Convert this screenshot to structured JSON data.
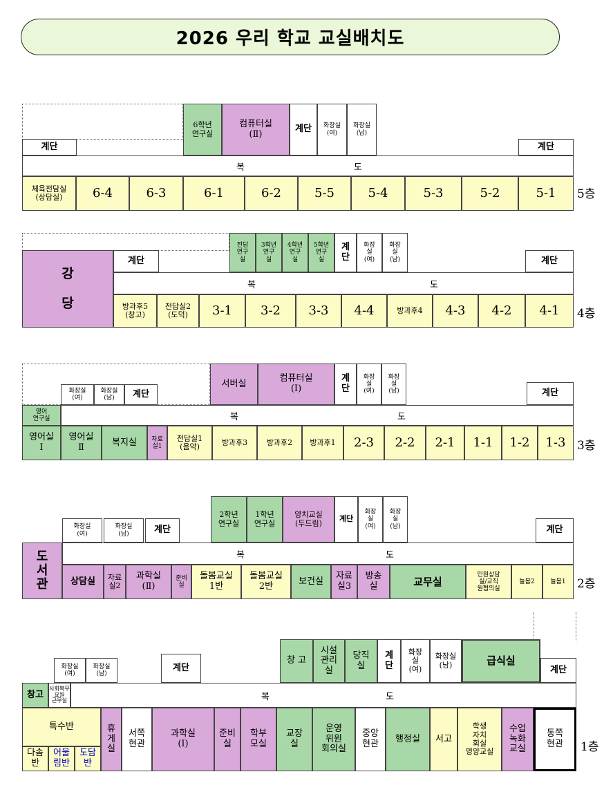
{
  "title": "2026 우리 학교 교실배치도",
  "corridor": {
    "left": "복",
    "right": "도"
  },
  "floors": {
    "f5": {
      "label": "5층",
      "stairs": [
        "계단",
        "계단",
        "계단"
      ],
      "rooms_top": [
        "6학년\n연구실",
        "컴퓨터실\n(Ⅱ)",
        "화장실\n(여)",
        "화장실\n(남)"
      ],
      "rooms": [
        "체육전담실\n(상담실)",
        "6-4",
        "6-3",
        "6-1",
        "6-2",
        "5-5",
        "5-4",
        "5-3",
        "5-2",
        "5-1"
      ]
    },
    "f4": {
      "label": "4층",
      "hall": "강\n\n당",
      "stairs": [
        "계단",
        "계\n단",
        "계단"
      ],
      "rooms_top": [
        "전담\n연구\n실",
        "3학년\n연구\n실",
        "4학년\n연구\n실",
        "5학년\n연구\n실",
        "화장\n실\n(여)",
        "화장\n실\n(남)"
      ],
      "rooms": [
        "방과후5\n(창고)",
        "전담실2\n(도덕)",
        "3-1",
        "3-2",
        "3-3",
        "4-4",
        "방과후4",
        "4-3",
        "4-2",
        "4-1"
      ]
    },
    "f3": {
      "label": "3층",
      "stairs": [
        "계단",
        "계\n단",
        "계단"
      ],
      "rooms_top": [
        "화장실\n(여)",
        "화장실\n(남)",
        "서버실",
        "컴퓨터실\n(Ⅰ)",
        "화장\n실\n(여)",
        "화장\n실\n(남)",
        "영어\n연구실"
      ],
      "rooms": [
        "영어실\nⅠ",
        "영어실\nⅡ",
        "복지실",
        "자료\n실1",
        "전담실1\n(음악)",
        "방과후3",
        "방과후2",
        "방과후1",
        "2-3",
        "2-2",
        "2-1",
        "1-1",
        "1-2",
        "1-3"
      ]
    },
    "f2": {
      "label": "2층",
      "stairs": [
        "계단",
        "계단",
        "계단"
      ],
      "rooms_top": [
        "화장실\n(여)",
        "화장실\n(남)",
        "2학년\n연구실",
        "1학년\n연구실",
        "양치교실\n(두드림)",
        "화장\n실\n(여)",
        "화장\n실\n(남)"
      ],
      "library": "도\n서\n관",
      "rooms": [
        "상담실",
        "자료\n실2",
        "과학실\n(Ⅱ)",
        "준비\n실",
        "돌봄교실\n1반",
        "돌봄교실\n2반",
        "보건실",
        "자료\n실3",
        "방송\n실",
        "교무실",
        "민원상담\n실/교직\n원협의실",
        "늘봄2",
        "늘봄1"
      ]
    },
    "f1": {
      "label": "1층",
      "stairs": [
        "계단",
        "계\n단",
        "계단"
      ],
      "rooms_top": [
        "화장실\n(여)",
        "화장실\n(남)",
        "창 고",
        "시설\n관리\n실",
        "당직\n실",
        "화장\n실\n(여)",
        "화장실\n(남)",
        "급식실",
        "창고",
        "사회복무\n요원\n근무실"
      ],
      "rooms": [
        "특수반",
        "다솜\n반",
        "어울\n림반",
        "도담\n반",
        "휴\n게\n실",
        "서쪽\n현관",
        "과학실\n(Ⅰ)",
        "준비\n실",
        "학부\n모실",
        "교장\n실",
        "운영\n위원\n회의실",
        "중앙\n현관",
        "행정실",
        "서고",
        "학생\n자치\n회실\n영양교실",
        "수업\n녹화\n교실",
        "동쪽\n현관"
      ]
    }
  },
  "colors": {
    "research": "#a8d8a8",
    "special": "#d9a9d9",
    "classroom": "#fdfcc4",
    "banner": "#ebf7d9"
  }
}
